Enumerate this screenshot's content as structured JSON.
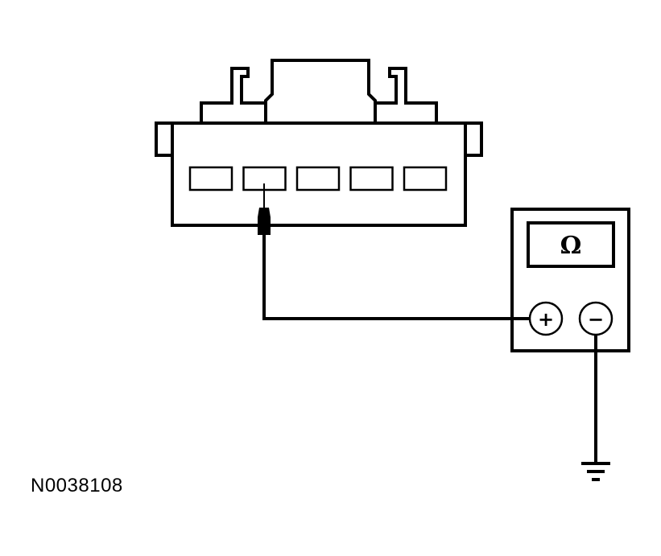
{
  "figure": {
    "reference_code": "N0038108"
  },
  "meter": {
    "display_symbol": "Ω",
    "positive_terminal": "+",
    "negative_terminal": "−"
  },
  "connector": {
    "cavity_count": 5
  }
}
